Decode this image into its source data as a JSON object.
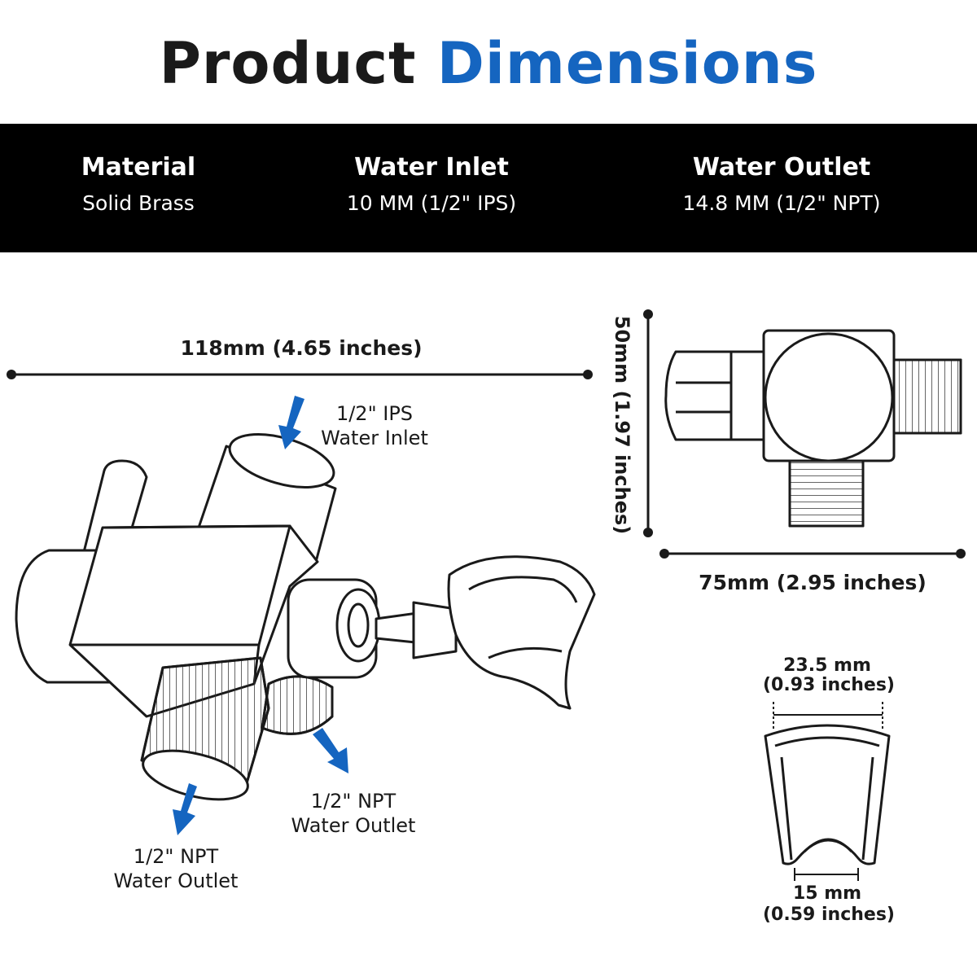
{
  "title": {
    "part1": "Product",
    "part2": "Dimensions"
  },
  "colors": {
    "accent": "#1565c0",
    "bar": "#000000",
    "bar_text": "#ffffff"
  },
  "specs": [
    {
      "label": "Material",
      "value": "Solid Brass"
    },
    {
      "label": "Water Inlet",
      "value": "10 MM (1/2\" IPS)"
    },
    {
      "label": "Water Outlet",
      "value": "14.8 MM (1/2\" NPT)"
    }
  ],
  "dimensions": {
    "width_main": "118mm (4.65 inches)",
    "height_side": "50mm (1.97 inches)",
    "width_side": "75mm (2.95 inches)",
    "holder_top_mm": "23.5 mm",
    "holder_top_in": "(0.93 inches)",
    "holder_bottom_mm": "15 mm",
    "holder_bottom_in": "(0.59 inches)"
  },
  "callouts": {
    "inlet_line1": "1/2\" IPS",
    "inlet_line2": "Water Inlet",
    "outlet_right_line1": "1/2\" NPT",
    "outlet_right_line2": "Water Outlet",
    "outlet_bottom_line1": "1/2\" NPT",
    "outlet_bottom_line2": "Water Outlet"
  }
}
